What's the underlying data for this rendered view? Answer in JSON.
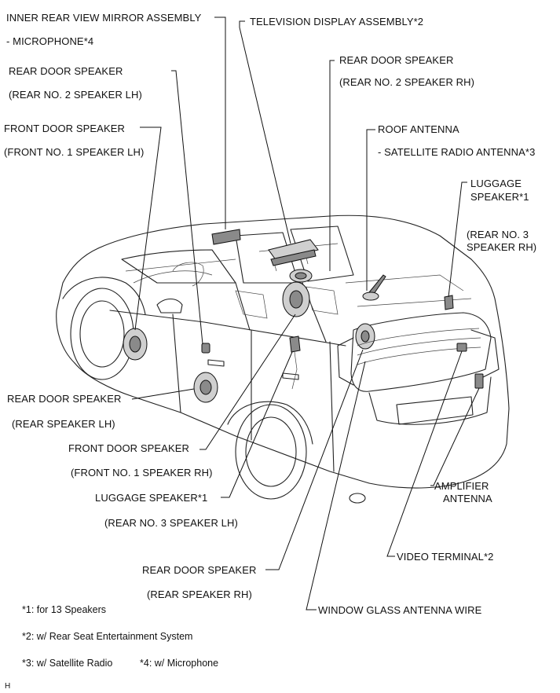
{
  "labels": {
    "inner_mirror": "INNER REAR VIEW MIRROR ASSEMBLY",
    "microphone": "- MICROPHONE*4",
    "tv_display": "TELEVISION DISPLAY ASSEMBLY*2",
    "rear_door_speaker_rh_top": "REAR DOOR SPEAKER",
    "rear_no2_speaker_rh": "(REAR NO. 2 SPEAKER RH)",
    "rear_door_speaker_lh_top": "REAR DOOR SPEAKER",
    "rear_no2_speaker_lh": "(REAR NO. 2 SPEAKER LH)",
    "roof_antenna": "ROOF ANTENNA",
    "satellite_antenna": "- SATELLITE RADIO ANTENNA*3",
    "front_door_speaker_lh": "FRONT DOOR SPEAKER",
    "front_no1_speaker_lh": "(FRONT NO. 1 SPEAKER LH)",
    "luggage_speaker_rh_1": "LUGGAGE",
    "luggage_speaker_rh_2": "SPEAKER*1",
    "rear_no3_speaker_rh_1": "(REAR NO. 3",
    "rear_no3_speaker_rh_2": "SPEAKER RH)",
    "rear_door_speaker_lh": "REAR DOOR SPEAKER",
    "rear_speaker_lh": "(REAR SPEAKER LH)",
    "front_door_speaker_rh": "FRONT DOOR SPEAKER",
    "front_no1_speaker_rh": "(FRONT NO. 1 SPEAKER RH)",
    "amplifier_antenna_1": "AMPLIFIER",
    "amplifier_antenna_2": "ANTENNA",
    "luggage_speaker_lh": "LUGGAGE SPEAKER*1",
    "rear_no3_speaker_lh": "(REAR NO. 3 SPEAKER LH)",
    "video_terminal": "VIDEO TERMINAL*2",
    "rear_door_speaker_rh": "REAR DOOR SPEAKER",
    "rear_speaker_rh": "(REAR SPEAKER RH)",
    "window_glass_antenna": "WINDOW GLASS ANTENNA WIRE"
  },
  "notes": {
    "n1": "*1: for 13 Speakers",
    "n2": "*2: w/ Rear Seat Entertainment System",
    "n3": "*3: w/ Satellite Radio",
    "n4": "*4: w/ Microphone"
  },
  "figure_code": "H"
}
